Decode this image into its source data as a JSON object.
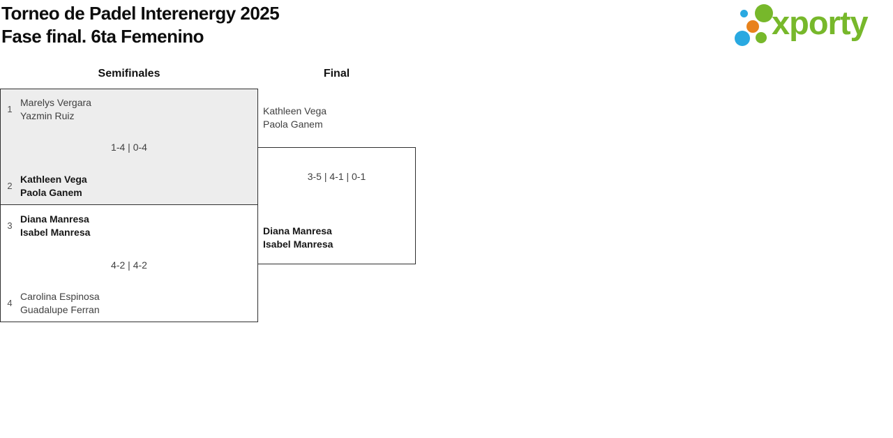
{
  "header": {
    "title_line1": "Torneo de Padel Interenergy 2025",
    "title_line2": "Fase final. 6ta Femenino"
  },
  "logo": {
    "wordmark": "xporty",
    "colors": {
      "green": "#77b82b",
      "blue": "#29a9e1",
      "orange": "#e8821c"
    }
  },
  "bracket": {
    "round_headers": [
      "Semifinales",
      "Final"
    ],
    "colors": {
      "box_border": "#2f2f2f",
      "match_alt_background": "#ededed"
    },
    "semifinal_1": {
      "score": "1-4 | 0-4",
      "team_1": {
        "seed": "1",
        "player_1": "Marelys Vergara",
        "player_2": "Yazmin Ruiz",
        "winner": false
      },
      "team_2": {
        "seed": "2",
        "player_1": "Kathleen Vega",
        "player_2": "Paola Ganem",
        "winner": true
      }
    },
    "semifinal_2": {
      "score": "4-2 | 4-2",
      "team_1": {
        "seed": "3",
        "player_1": "Diana Manresa",
        "player_2": "Isabel Manresa",
        "winner": true
      },
      "team_2": {
        "seed": "4",
        "player_1": "Carolina Espinosa",
        "player_2": "Guadalupe Ferran",
        "winner": false
      }
    },
    "final": {
      "score": "3-5 | 4-1 | 0-1",
      "team_1": {
        "player_1": "Kathleen Vega",
        "player_2": "Paola Ganem",
        "winner": false
      },
      "team_2": {
        "player_1": "Diana Manresa",
        "player_2": "Isabel Manresa",
        "winner": true
      }
    }
  }
}
